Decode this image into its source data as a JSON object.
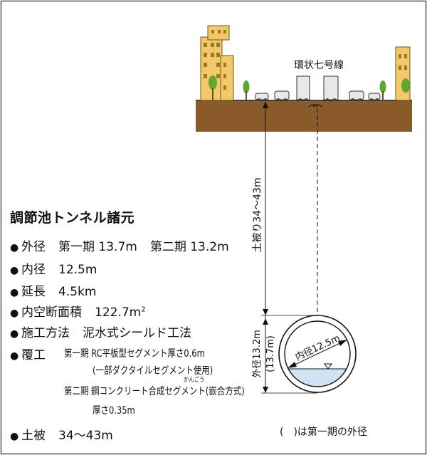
{
  "road_label": "環状七号線",
  "cover_label": "土被り34～43m",
  "diameter_label": "外径13.2m",
  "diameter_label_phase1": "(13.7m)",
  "inner_diameter_label": "内径12.5m",
  "specs": {
    "title": "調節池トンネル諸元",
    "bullet": "●",
    "outer_label": "外径",
    "outer_p1": "第一期 13.7m",
    "outer_p2": "第二期 13.2m",
    "inner_label": "内径",
    "inner_value": "12.5m",
    "length_label": "延長",
    "length_value": "4.5km",
    "area_label": "内空断面積",
    "area_value": "122.7m",
    "area_sup": "2",
    "method_label": "施工方法",
    "method_value": "泥水式シールド工法",
    "lining_label": "覆工",
    "lining_p1_label": "第一期",
    "lining_p1_text": "RC平板型セグメント厚さ0.6m",
    "lining_p1_note": "(一部ダクタイルセグメント使用)",
    "lining_p2_label": "第二期",
    "lining_p2_text": "鋼コンクリート合成セグメント(嵌合方式)",
    "lining_p2_ruby": "かんごう",
    "lining_p2_thickness": "厚さ0.35m",
    "cover_label": "土被",
    "cover_value": "34～43m"
  },
  "legend": "(　)は第一期の外径",
  "colors": {
    "ground": "#8b5a2b",
    "building": "#f2c869",
    "water": "#cfe3f5",
    "tree": "#5da832"
  }
}
